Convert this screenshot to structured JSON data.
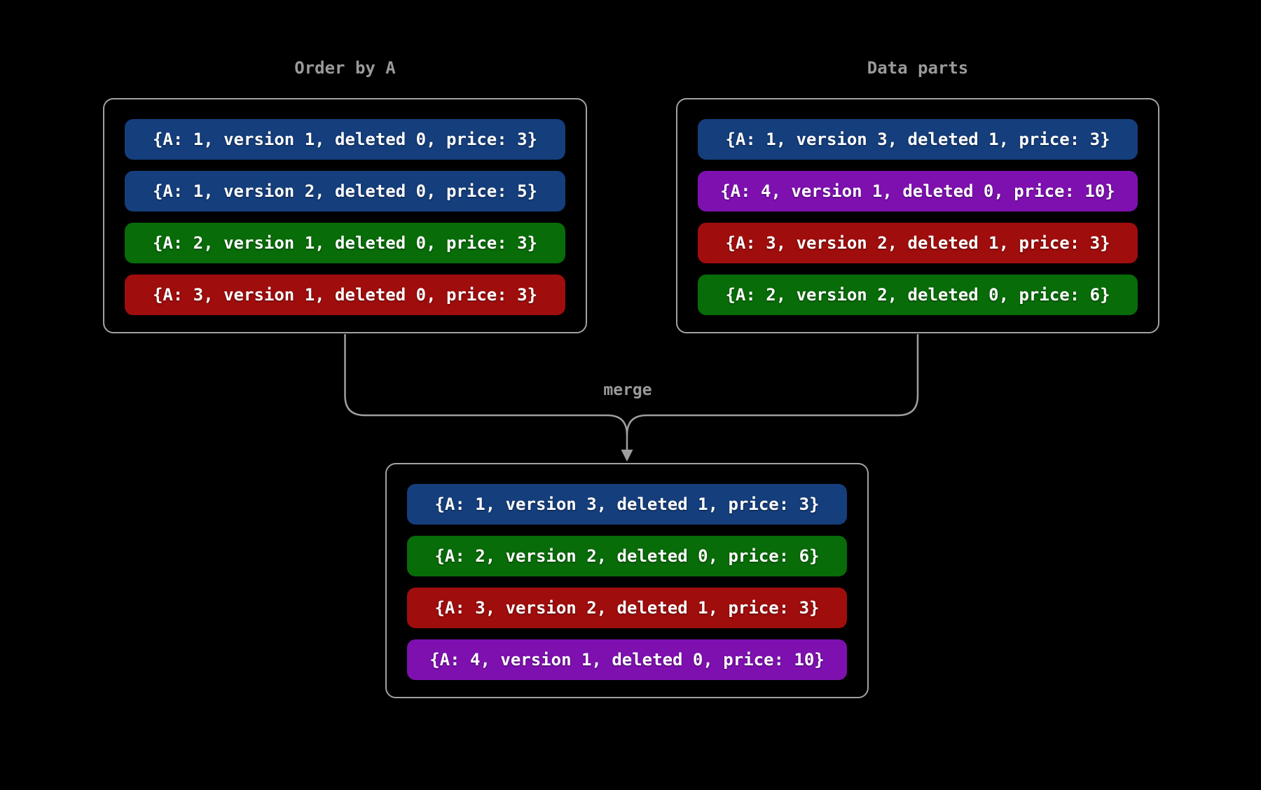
{
  "diagram": {
    "left_box": {
      "title": "Order by A",
      "rows": [
        {
          "text": "{A: 1, version 1, deleted 0, price: 3}",
          "color": "#153e7c",
          "color_name": "blue"
        },
        {
          "text": "{A: 1, version 2, deleted 0, price: 5}",
          "color": "#153e7c",
          "color_name": "blue"
        },
        {
          "text": "{A: 2, version 1, deleted 0, price: 3}",
          "color": "#086c08",
          "color_name": "green"
        },
        {
          "text": "{A: 3, version 1, deleted 0, price: 3}",
          "color": "#a00d0d",
          "color_name": "red"
        }
      ]
    },
    "right_box": {
      "title": "Data parts",
      "rows": [
        {
          "text": "{A: 1, version 3, deleted 1, price: 3}",
          "color": "#153e7c",
          "color_name": "blue"
        },
        {
          "text": "{A: 4, version 1, deleted 0, price: 10}",
          "color": "#7e10b0",
          "color_name": "purple"
        },
        {
          "text": "{A: 3, version 2, deleted 1, price: 3}",
          "color": "#a00d0d",
          "color_name": "red"
        },
        {
          "text": "{A: 2, version 2, deleted 0, price: 6}",
          "color": "#086c08",
          "color_name": "green"
        }
      ]
    },
    "merged_box": {
      "rows": [
        {
          "text": "{A: 1, version 3, deleted 1, price: 3}",
          "color": "#153e7c",
          "color_name": "blue"
        },
        {
          "text": "{A: 2, version 2, deleted 0, price: 6}",
          "color": "#086c08",
          "color_name": "green"
        },
        {
          "text": "{A: 3, version 2, deleted 1, price: 3}",
          "color": "#a00d0d",
          "color_name": "red"
        },
        {
          "text": "{A: 4, version 1, deleted 0, price: 10}",
          "color": "#7e10b0",
          "color_name": "purple"
        }
      ]
    },
    "merge_label": "merge"
  },
  "colors": {
    "background": "#000000",
    "row_text": "#ffffff",
    "blue": "#153e7c",
    "green": "#086c08",
    "red": "#a00d0d",
    "purple": "#7e10b0",
    "box_border_gray": "#a2a2a2",
    "line_gray": "#9e9e9e",
    "label_gray": "#9a9a9a"
  }
}
